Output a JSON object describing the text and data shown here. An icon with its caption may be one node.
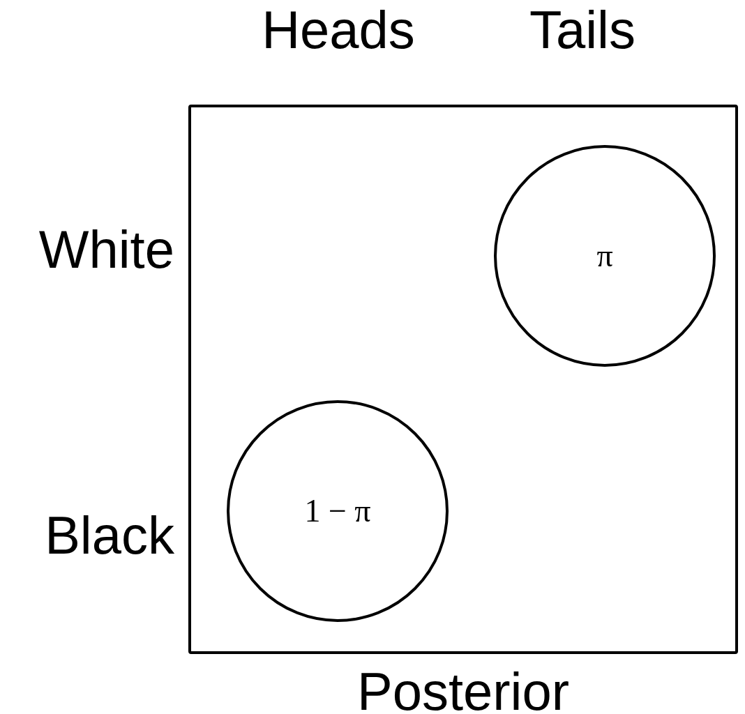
{
  "diagram": {
    "nodes": [
      {
        "text": [],
        "shape": "box",
        "beside": [
          "Posterior"
        ]
      },
      {
        "text": [
          "π"
        ],
        "in": 0
      },
      {
        "text": [
          "1 − π"
        ],
        "in": 0
      }
    ],
    "labels": [
      "Heads",
      "Tails",
      "White",
      "Black"
    ]
  }
}
